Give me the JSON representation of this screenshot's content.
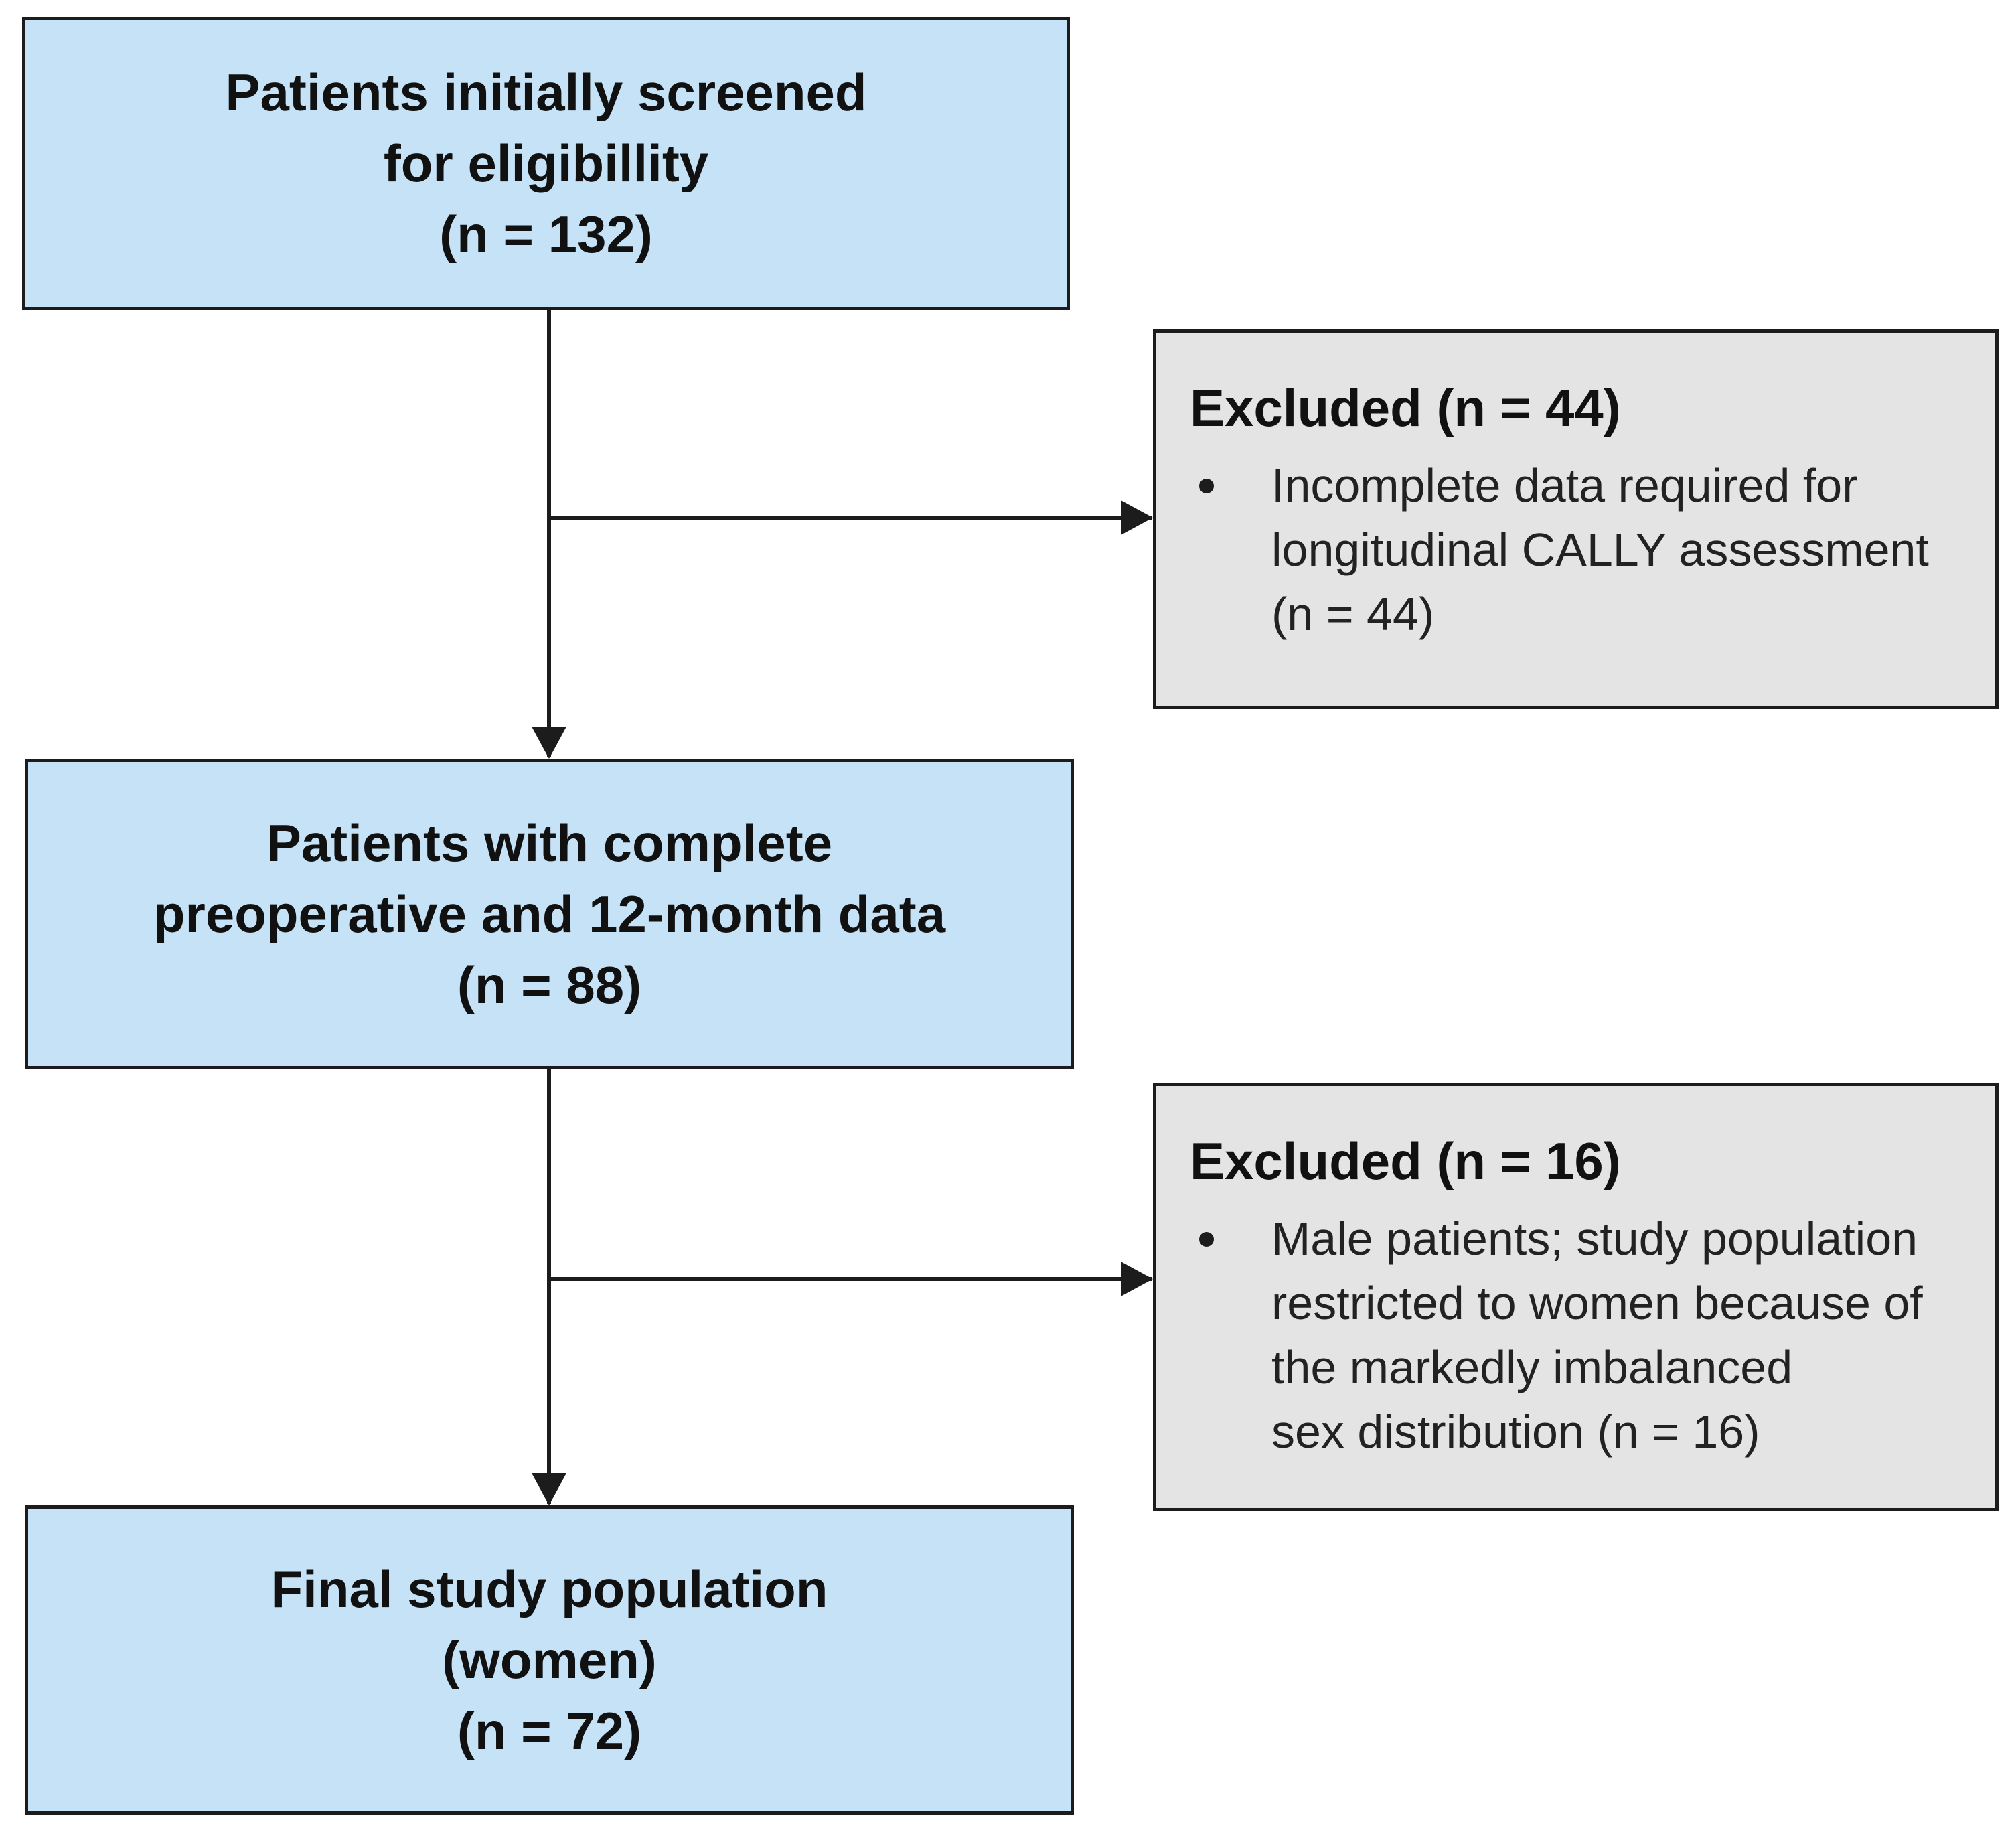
{
  "flowchart": {
    "screened": {
      "lines": [
        "Patients initially screened",
        "for eligibillity",
        "(n = 132)"
      ]
    },
    "excluded_1": {
      "title": "Excluded (n = 44)",
      "bullet": "Incomplete data required for\nlongitudinal CALLY assessment\n(n = 44)"
    },
    "complete": {
      "lines": [
        "Patients with complete",
        "preoperative and 12-month data",
        "(n = 88)"
      ]
    },
    "excluded_2": {
      "title": "Excluded (n = 16)",
      "bullet": "Male patients; study population\nrestricted to women because of\nthe markedly imbalanced\nsex distribution (n = 16)"
    },
    "final": {
      "lines": [
        "Final study population",
        "(women)",
        "(n = 72)"
      ]
    }
  },
  "colors": {
    "main_box_fill": "#c6e2f7",
    "excluded_box_fill": "#e4e4e4",
    "border_and_arrows": "#1c1c1c"
  }
}
